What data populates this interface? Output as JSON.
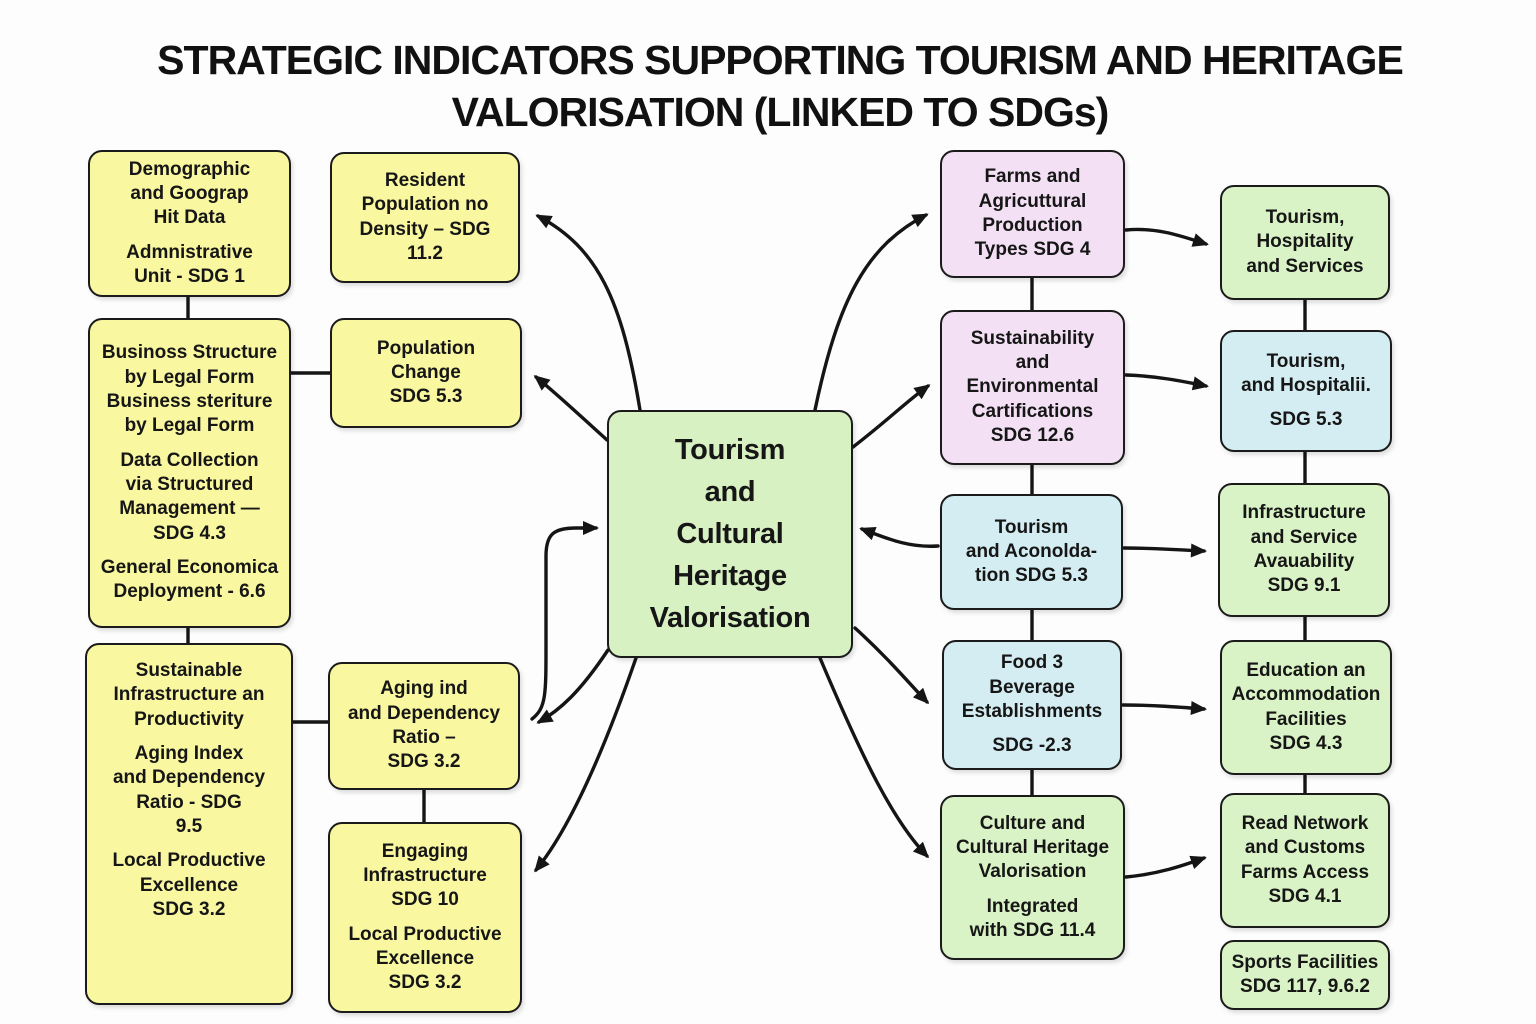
{
  "title": "STRATEGIC INDICATORS SUPPORTING TOURISM AND HERITAGE\nVALORISATION (LINKED TO SDGs)",
  "colors": {
    "yellow": "#f9f7a0",
    "pink": "#f3e0f4",
    "blue": "#d4edf2",
    "green": "#daf3c6",
    "green_center": "#d8f1c2",
    "line": "#151515"
  },
  "center": {
    "text": "Tourism\nand\nCultural\nHeritage\nValorisation"
  },
  "left_column": {
    "demographic": {
      "p1": "Demographic\nand Goograp\nHit Data",
      "p2": "Admnistrative\nUnit - SDG 1"
    },
    "business": {
      "p1": "Businoss Structure\nby Legal Form\nBusiness steriture\nby Legal Form",
      "p2": "Data Collection\nvia Structured\nManagement —\nSDG 4.3",
      "p3": "General Economica\nDeployment - 6.6"
    },
    "sustainable": {
      "p1": "Sustainable\nInfrastructure an\nProductivity",
      "p2": "Aging Index\nand Dependency\nRatio - SDG\n9.5",
      "p3": "Local Productive\nExcellence\nSDG 3.2"
    }
  },
  "mid_left_column": {
    "resident": {
      "p1": "Resident\nPopulation no\nDensity – SDG\n11.2"
    },
    "population_change": {
      "p1": "Population\nChange\nSDG 5.3"
    },
    "aging": {
      "p1": "Aging ind\nand Dependency\nRatio –\nSDG 3.2"
    },
    "engaging": {
      "p1": "Engaging\nInfrastructure\nSDG 10",
      "p2": "Local Productive\nExcellence\nSDG 3.2"
    }
  },
  "mid_right_column": {
    "farms": {
      "p1": "Farms and\nAgricuttural\nProduction\nTypes SDG 4"
    },
    "sustainability": {
      "p1": "Sustainability\nand\nEnvironmental\nCartifications\nSDG 12.6"
    },
    "tourism_aco": {
      "p1": "Tourism\nand Aconolda-\ntion SDG 5.3"
    },
    "food": {
      "p1": "Food 3\nBeverage\nEstablishments",
      "p2": "SDG -2.3"
    },
    "culture": {
      "p1": "Culture and\nCultural Heritage\nValorisation",
      "p2": "Integrated\nwith SDG 11.4"
    }
  },
  "right_column": {
    "tourism_hosp": {
      "p1": "Tourism,\nHospitality\nand Services"
    },
    "tourism_hospitalii": {
      "p1": "Tourism,\nand Hospitalii.",
      "p2": "SDG 5.3"
    },
    "infrastructure": {
      "p1": "Infrastructure\nand Service\nAvauability\nSDG 9.1"
    },
    "education": {
      "p1": "Education an\nAccommodation\nFacilities\nSDG 4.3"
    },
    "road": {
      "p1": "Read Network\nand Customs\nFarms Access\nSDG 4.1"
    },
    "sports": {
      "p1": "Sports Facilities\nSDG 117, 9.6.2"
    }
  }
}
